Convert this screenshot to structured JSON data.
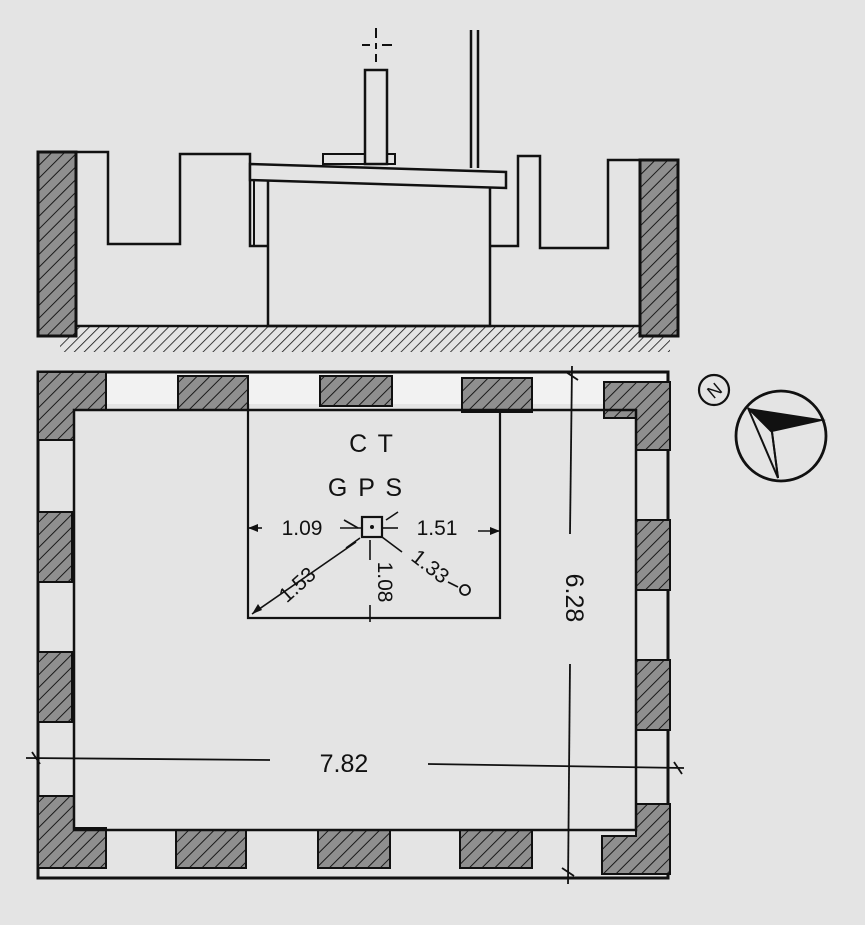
{
  "labels": {
    "line1": "C T",
    "line2": "G P S"
  },
  "dimensions": {
    "west": "1.09",
    "east": "1.51",
    "southwest": "1.53",
    "south": "1.08",
    "southeast": "1.33",
    "width": "7.82",
    "depth": "6.28"
  },
  "compass": {
    "north_letter": "N"
  },
  "colors": {
    "background": "#e4e4e4",
    "ink": "#111111",
    "hatch_fill": "#8c8c8c",
    "opening_fill": "#f3f3f3"
  }
}
